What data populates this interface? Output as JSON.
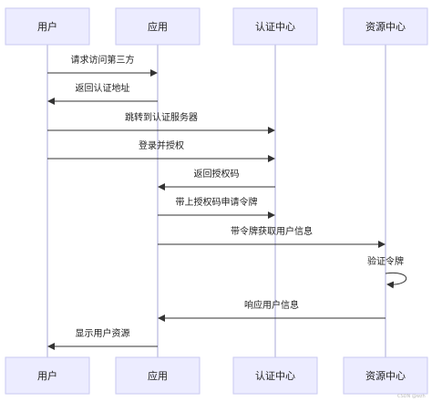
{
  "participants": [
    {
      "id": "user",
      "label": "用户"
    },
    {
      "id": "app",
      "label": "应用"
    },
    {
      "id": "auth",
      "label": "认证中心"
    },
    {
      "id": "res",
      "label": "资源中心"
    }
  ],
  "messages": [
    {
      "from": "user",
      "to": "app",
      "label": "请求访问第三方"
    },
    {
      "from": "app",
      "to": "user",
      "label": "返回认证地址"
    },
    {
      "from": "user",
      "to": "auth",
      "label": "跳转到认证服务器"
    },
    {
      "from": "user",
      "to": "auth",
      "label": "登录并授权"
    },
    {
      "from": "auth",
      "to": "app",
      "label": "返回授权码"
    },
    {
      "from": "app",
      "to": "auth",
      "label": "带上授权码申请令牌"
    },
    {
      "from": "app",
      "to": "res",
      "label": "带令牌获取用户信息"
    },
    {
      "from": "res",
      "to": "res",
      "label": "验证令牌"
    },
    {
      "from": "res",
      "to": "app",
      "label": "响应用户信息"
    },
    {
      "from": "app",
      "to": "user",
      "label": "显示用户资源"
    }
  ],
  "watermark": "CSDN @wzh"
}
